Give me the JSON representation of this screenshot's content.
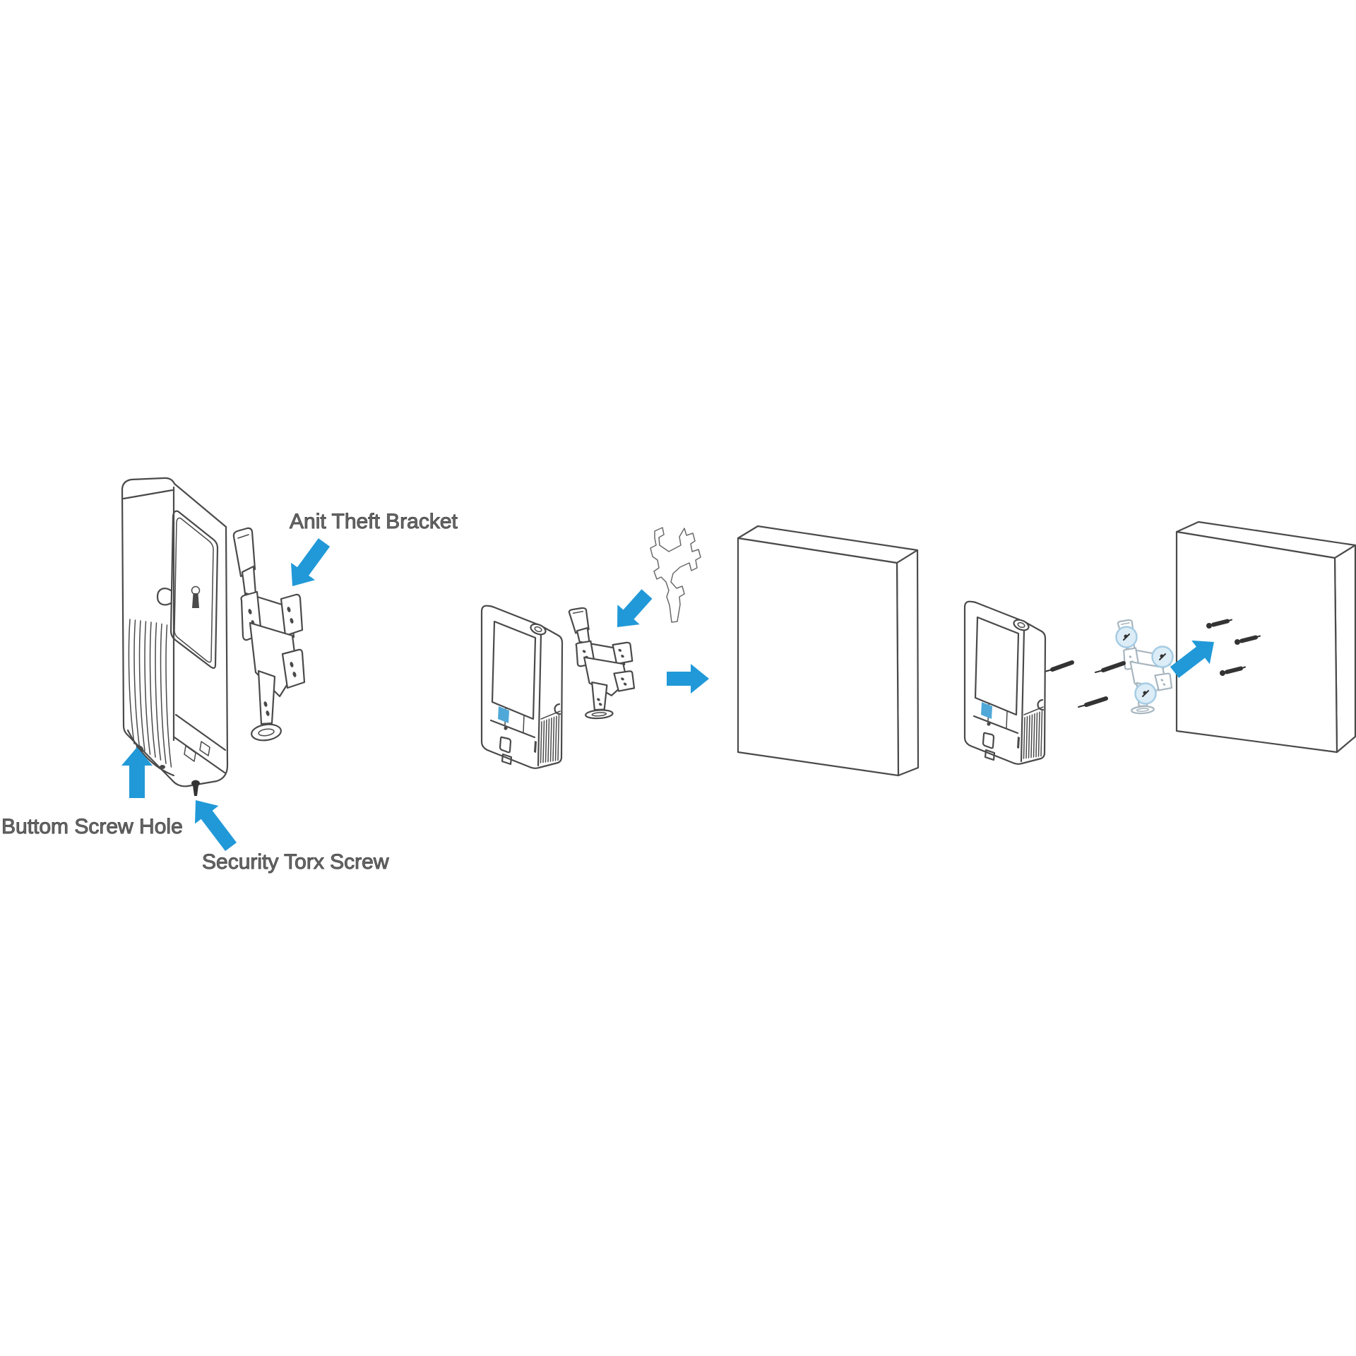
{
  "diagram": {
    "type": "installation-instructions",
    "labels": {
      "anti_theft_bracket": "Anit Theft Bracket",
      "bottom_screw_hole": "Buttom Screw Hole",
      "security_torx_screw": "Security Torx Screw"
    },
    "colors": {
      "arrow": "#2199D8",
      "line": "#4A4A4A",
      "light_line": "#A8B6BF",
      "silhouette_line": "#6A6A6A",
      "label_text": "#6B6B6B",
      "accent_button": "#4FA8D8",
      "dark_detail": "#333333",
      "highlight_stroke": "#A6CCE4",
      "highlight_fill": "#DCEDF7",
      "background": "#FFFFFF"
    },
    "arrows": [
      {
        "direction": "down-left",
        "points_to": "anti-theft-bracket"
      },
      {
        "direction": "up",
        "points_to": "bottom-screw-hole"
      },
      {
        "direction": "up-left",
        "points_to": "security-torx-screw"
      },
      {
        "direction": "down-left",
        "points_to": "mounting-bracket"
      },
      {
        "direction": "right",
        "points_to": "wall"
      },
      {
        "direction": "up-right",
        "points_to": "wall"
      }
    ],
    "highlight_circle_count": 3,
    "wall_anchor_count": 3,
    "screw_count": 3
  }
}
